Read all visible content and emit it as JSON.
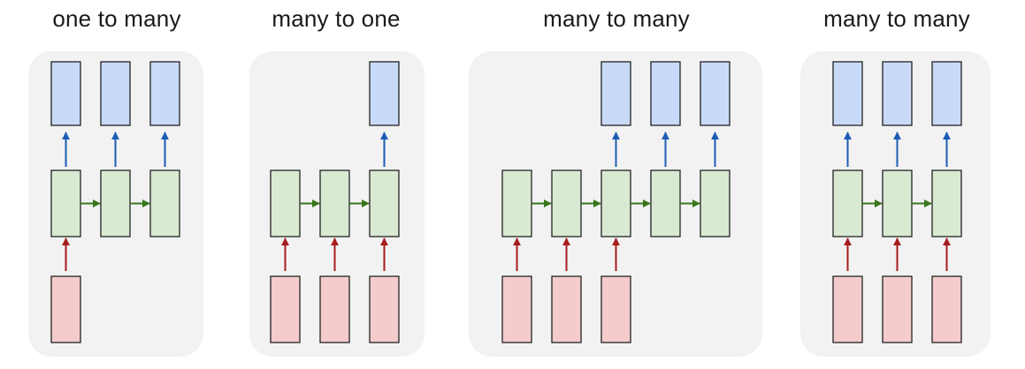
{
  "titles": [
    "one to many",
    "many to one",
    "many to many",
    "many to many"
  ],
  "colors": {
    "panel_bg": "#f2f2f2",
    "input_fill": "#f4cccc",
    "hidden_fill": "#d9ead3",
    "output_fill": "#c9daf8",
    "box_stroke": "#222222",
    "input_arrow": "#a61c1c",
    "recurrent_arrow": "#38761d",
    "output_arrow": "#1c5cb4"
  },
  "panels": [
    {
      "name": "one-to-many",
      "columns": 3,
      "inputs": [
        true,
        false,
        false
      ],
      "outputs": [
        true,
        true,
        true
      ]
    },
    {
      "name": "many-to-one",
      "columns": 3,
      "inputs": [
        true,
        true,
        true
      ],
      "outputs": [
        false,
        false,
        true
      ]
    },
    {
      "name": "many-to-many-seq2seq",
      "columns": 5,
      "inputs": [
        true,
        true,
        true,
        false,
        false
      ],
      "outputs": [
        false,
        false,
        true,
        true,
        true
      ]
    },
    {
      "name": "many-to-many-synced",
      "columns": 3,
      "inputs": [
        true,
        true,
        true
      ],
      "outputs": [
        true,
        true,
        true
      ]
    }
  ]
}
